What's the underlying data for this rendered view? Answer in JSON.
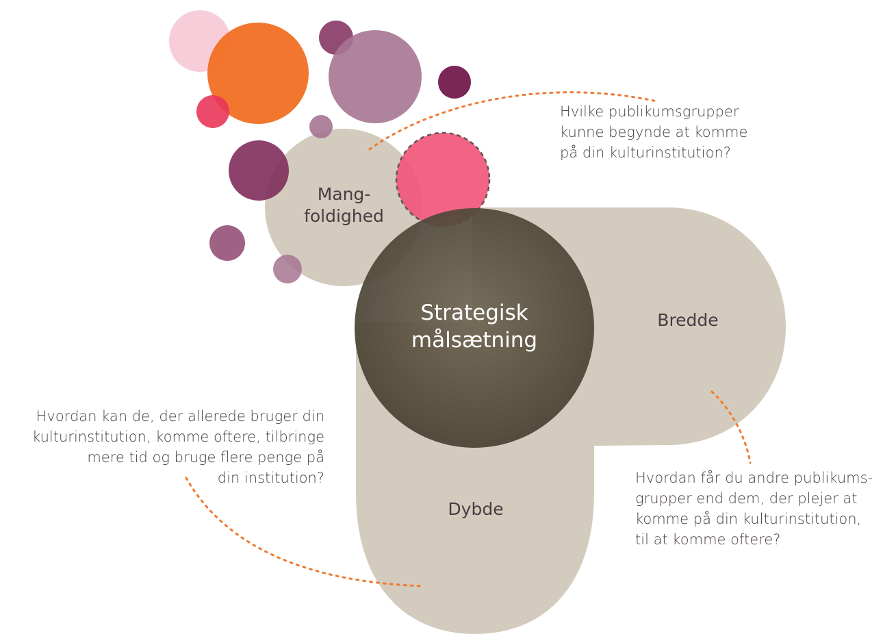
{
  "colors": {
    "beige": "#d3cbbd",
    "dark_center": "#4e4535",
    "orange": "#f26f24",
    "pink_light": "#f6c8d5",
    "hot_pink": "#e93659",
    "pink_highlight": "#f1577b",
    "mauve": "#a67692",
    "plum": "#7f2d5b",
    "dash_orange": "#ee7a32",
    "label_color": "#4b3b44",
    "note_color": "#473c44"
  },
  "regions": {
    "mangfoldighed": [
      "Mang-",
      "foldighed"
    ],
    "bredde": "Bredde",
    "dybde": "Dybde",
    "center": [
      "Strategisk",
      "målsætning"
    ]
  },
  "notes": {
    "mangfoldighed": [
      "Hvilke publikumsgrupper",
      "kunne begynde at komme",
      "på din kulturinstitution?"
    ],
    "dybde": [
      "Hvordan kan de, der allerede bruger din",
      "kulturinstitution, komme oftere, tilbringe",
      "mere tid og bruge flere penge på",
      "din institution?"
    ],
    "bredde": [
      "Hvordan får du andre publikums-",
      "grupper end dem, der plejer at",
      "komme på din kulturinstitution,",
      "til at komme oftere?"
    ]
  }
}
